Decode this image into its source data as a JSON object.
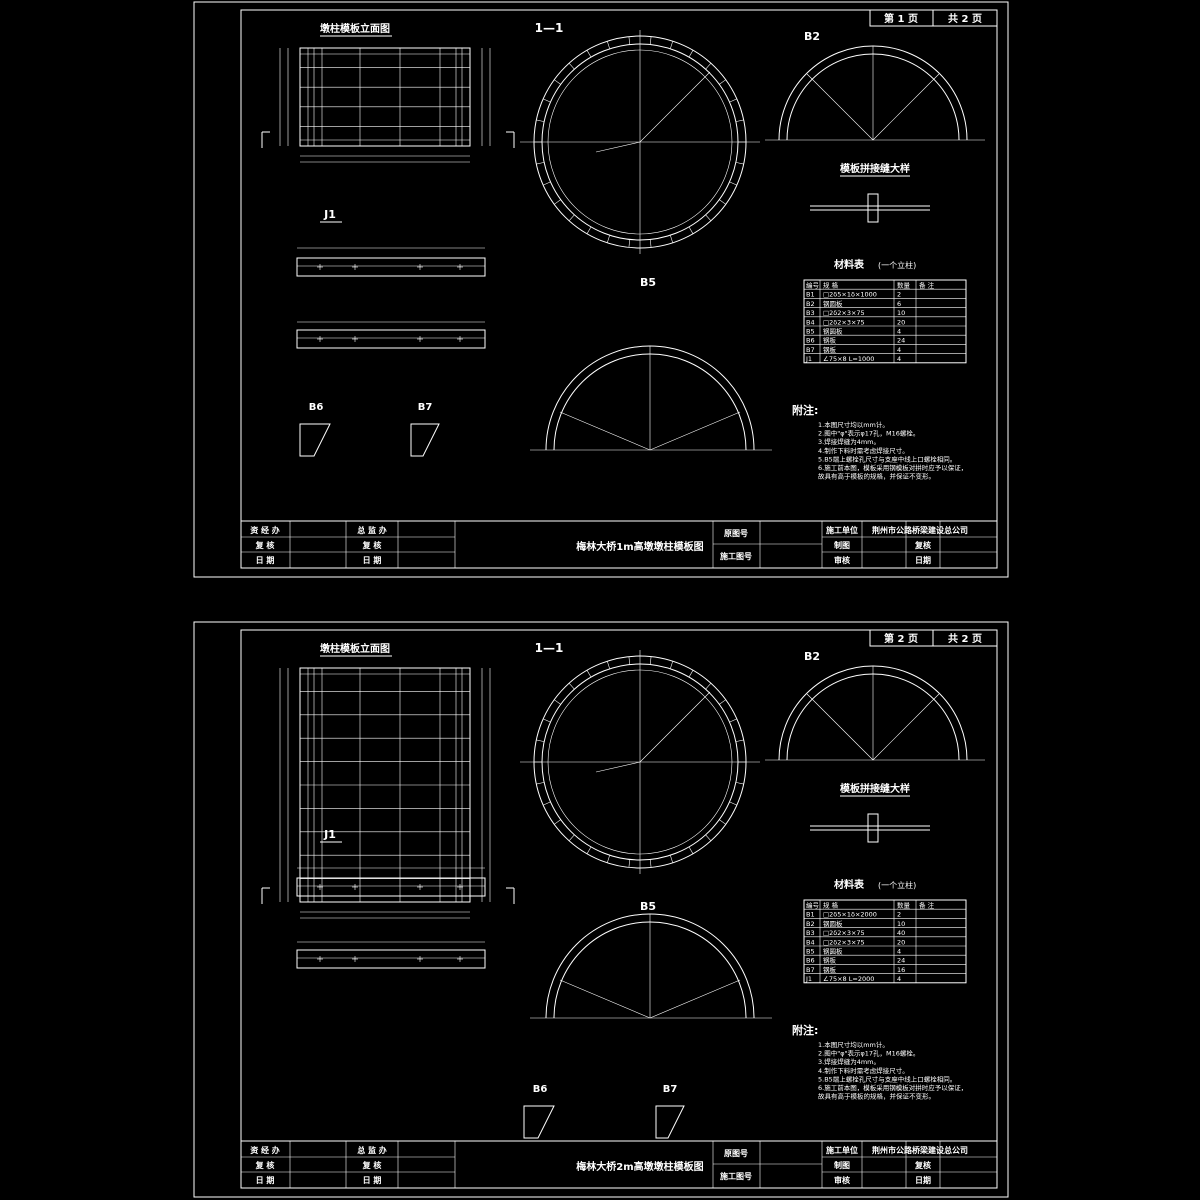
{
  "sheets": [
    {
      "page_label": "第 1 页",
      "total_label": "共 2 页",
      "drawing_title": "梅林大桥1m高墩墩柱模板图",
      "elevation_title": "墩柱模板立面图",
      "section_title": "1—1",
      "b2_title": "B2",
      "b5_title": "B5",
      "joint_title": "模板拼接缝大样",
      "j1_title": "J1",
      "b6_title": "B6",
      "b7_title": "B7",
      "material_title": "材料表",
      "material_sub": "(一个立柱)",
      "notes_title": "附注:",
      "notes": [
        "1.本图尺寸均以mm计。",
        "2.图中\"φ\"表示φ17孔，M16螺栓。",
        "3.焊接焊缝为4mm。",
        "4.制作下料时需考虑焊接尺寸。",
        "5.B5端上螺栓孔尺寸与支座中线上口螺栓相同。",
        "6.施工前本图，模板采用钢模板对拼时应予以保证，",
        "  故具有高于模板的规格，并保证不变形。"
      ],
      "title_block": {
        "left_r1_a": "资 经 办",
        "left_r1_b": "总 监 办",
        "left_r2_a": "复   核",
        "left_r2_b": "复   核",
        "left_r3_a": "日   期",
        "left_r3_b": "日   期",
        "orig_no": "原图号",
        "con_no": "施工图号",
        "unit_label": "施工单位",
        "unit_name": "荆州市公路桥梁建设总公司",
        "drawn": "制图",
        "review1": "复核",
        "check": "审核",
        "date": "日期"
      },
      "material_rows": [
        [
          "编号",
          "规 格",
          "数量",
          "备 注"
        ],
        [
          "B1",
          "□2δ5×1δ×1000",
          "2",
          ""
        ],
        [
          "B2",
          "钢圆板",
          "6",
          ""
        ],
        [
          "B3",
          "□2δ2×3×75",
          "10",
          ""
        ],
        [
          "B4",
          "□2δ2×3×75",
          "20",
          ""
        ],
        [
          "B5",
          "钢圆板",
          "4",
          ""
        ],
        [
          "B6",
          "钢板",
          "24",
          ""
        ],
        [
          "B7",
          "钢板",
          "4",
          ""
        ],
        [
          "J1",
          "∠75×8 L=1000",
          "4",
          ""
        ]
      ]
    },
    {
      "page_label": "第 2 页",
      "total_label": "共 2 页",
      "drawing_title": "梅林大桥2m高墩墩柱模板图",
      "elevation_title": "墩柱模板立面图",
      "section_title": "1—1",
      "b2_title": "B2",
      "b5_title": "B5",
      "joint_title": "模板拼接缝大样",
      "j1_title": "J1",
      "b6_title": "B6",
      "b7_title": "B7",
      "material_title": "材料表",
      "material_sub": "(一个立柱)",
      "notes_title": "附注:",
      "notes": [
        "1.本图尺寸均以mm计。",
        "2.图中\"φ\"表示φ17孔，M16螺栓。",
        "3.焊接焊缝为4mm。",
        "4.制作下料时需考虑焊接尺寸。",
        "5.B5端上螺栓孔尺寸与支座中线上口螺栓相同。",
        "6.施工前本图，模板采用钢模板对拼时应予以保证，",
        "  故具有高于模板的规格，并保证不变形。"
      ],
      "title_block": {
        "left_r1_a": "资 经 办",
        "left_r1_b": "总 监 办",
        "left_r2_a": "复   核",
        "left_r2_b": "复   核",
        "left_r3_a": "日   期",
        "left_r3_b": "日   期",
        "orig_no": "原图号",
        "con_no": "施工图号",
        "unit_label": "施工单位",
        "unit_name": "荆州市公路桥梁建设总公司",
        "drawn": "制图",
        "review1": "复核",
        "check": "审核",
        "date": "日期"
      },
      "material_rows": [
        [
          "编号",
          "规 格",
          "数量",
          "备 注"
        ],
        [
          "B1",
          "□2δ5×1δ×2000",
          "2",
          ""
        ],
        [
          "B2",
          "钢圆板",
          "10",
          ""
        ],
        [
          "B3",
          "□2δ2×3×75",
          "40",
          ""
        ],
        [
          "B4",
          "□2δ2×3×75",
          "20",
          ""
        ],
        [
          "B5",
          "钢圆板",
          "4",
          ""
        ],
        [
          "B6",
          "钢板",
          "24",
          ""
        ],
        [
          "B7",
          "钢板",
          "16",
          ""
        ],
        [
          "J1",
          "∠75×8 L=2000",
          "4",
          ""
        ]
      ]
    }
  ]
}
